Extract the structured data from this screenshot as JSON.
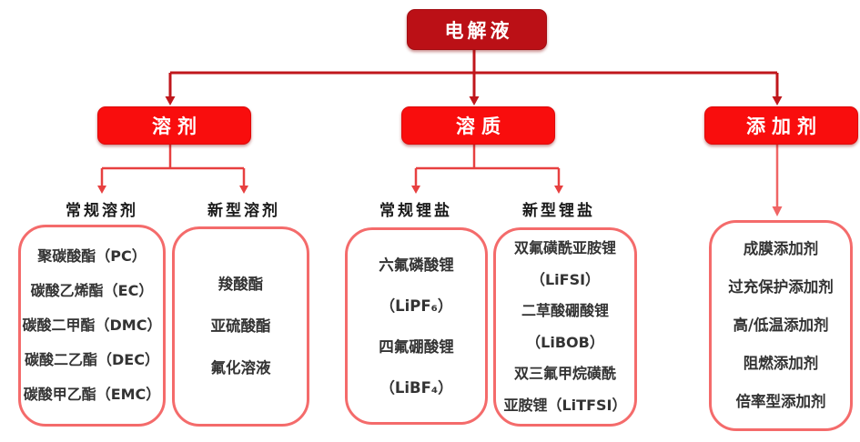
{
  "root": {
    "label": "电解液"
  },
  "branches": [
    {
      "label": "溶剂",
      "children": [
        {
          "label": "常规溶剂",
          "items": [
            "聚碳酸酯（PC）",
            "碳酸乙烯酯（EC）",
            "碳酸二甲酯（DMC）",
            "碳酸二乙酯（DEC）",
            "碳酸甲乙酯（EMC）"
          ]
        },
        {
          "label": "新型溶剂",
          "items": [
            "羧酸酯",
            "亚硫酸酯",
            "氟化溶液"
          ]
        }
      ]
    },
    {
      "label": "溶质",
      "children": [
        {
          "label": "常规锂盐",
          "items": [
            "六氟磷酸锂",
            "（LiPF₆）",
            "四氟硼酸锂",
            "（LiBF₄）"
          ]
        },
        {
          "label": "新型锂盐",
          "items": [
            "双氟磺酰亚胺锂",
            "（LiFSI）",
            "二草酸硼酸锂",
            "（LiBOB）",
            "双三氟甲烷磺酰",
            "亚胺锂（LiTFSI）"
          ]
        }
      ]
    },
    {
      "label": "添加剂",
      "children": [
        {
          "label": "",
          "items": [
            "成膜添加剂",
            "过充保护添加剂",
            "高/低温添加剂",
            "阻燃添加剂",
            "倍率型添加剂"
          ]
        }
      ]
    }
  ],
  "colors": {
    "root_box": "#bb1016",
    "branch_box": "#f90d0d",
    "main_connector": "#c0171c",
    "sub_connector": "#e74040",
    "right_connector": "#f06565",
    "leaf_border": "#f46b6b"
  }
}
